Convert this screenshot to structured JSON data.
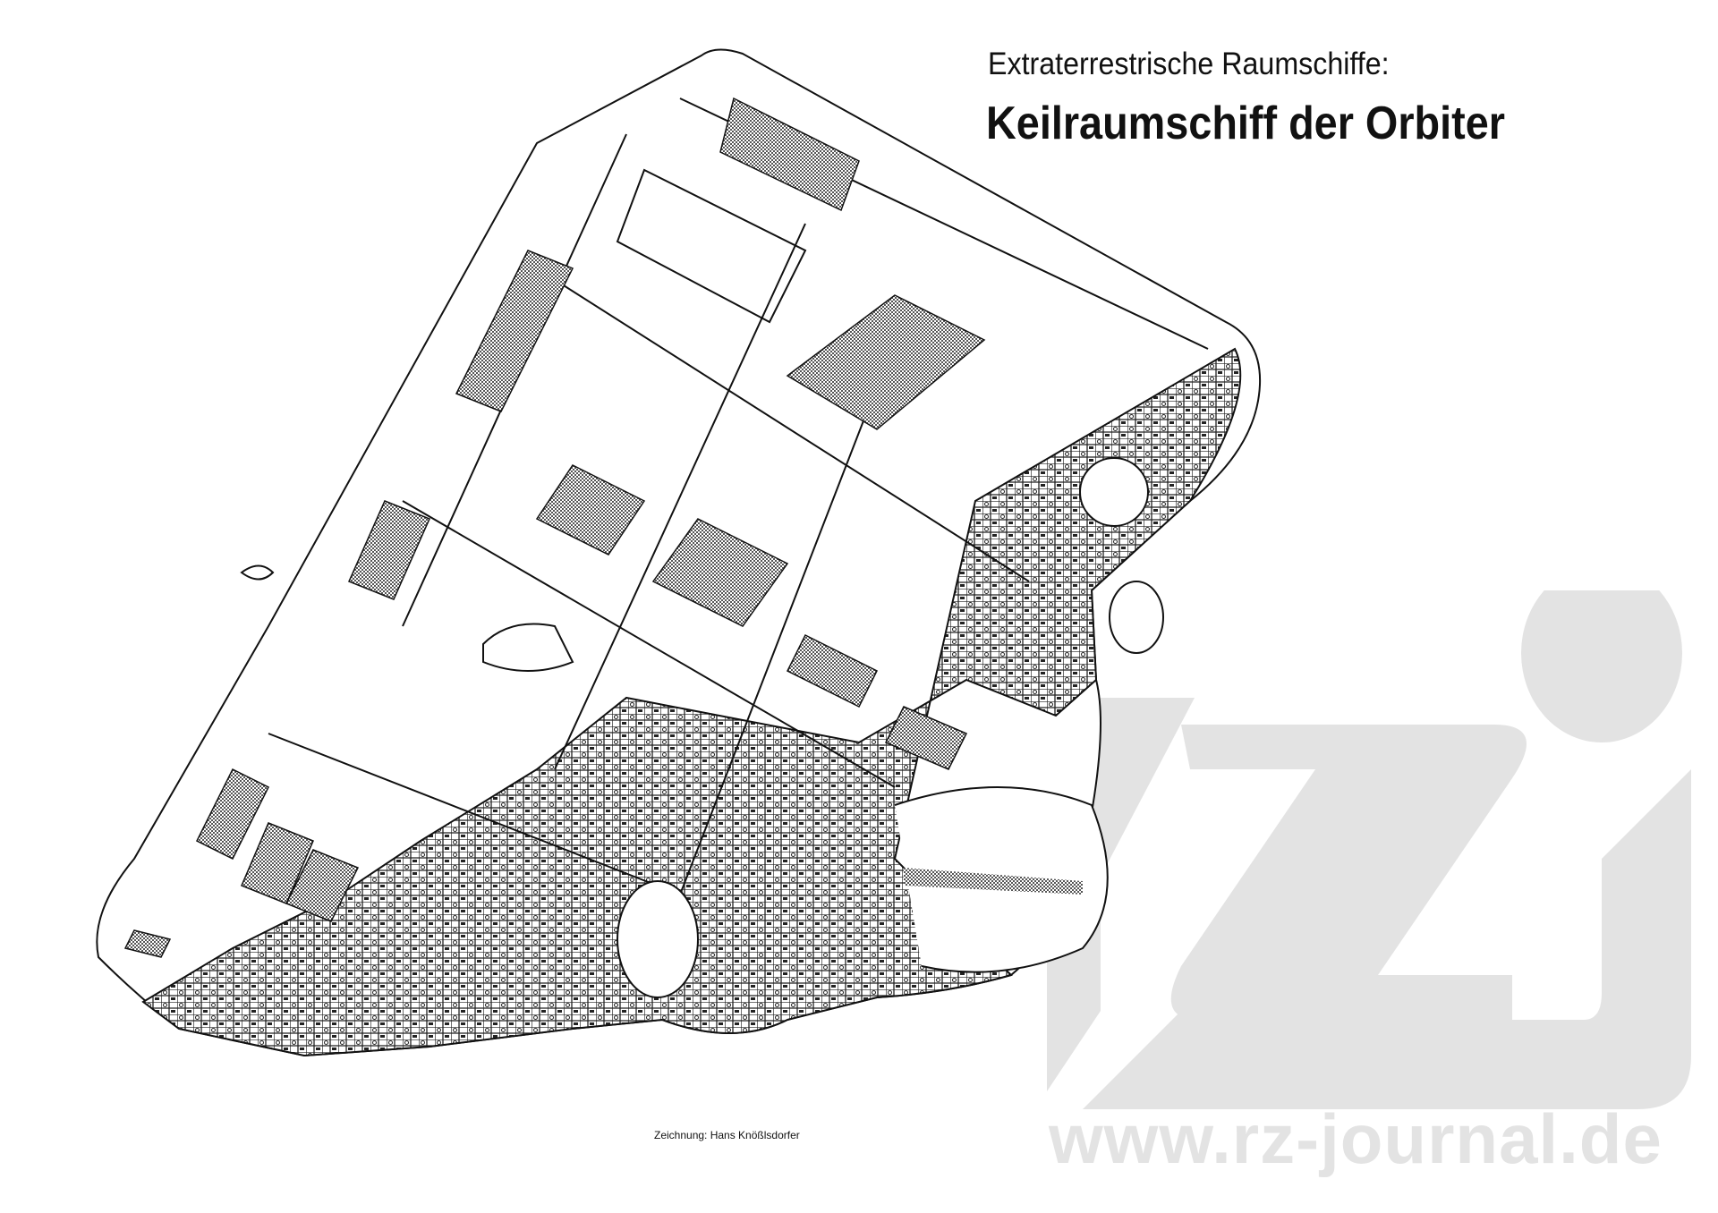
{
  "header": {
    "subtitle": "Extraterrestrische Raumschiffe:",
    "title": "Keilraumschiff der Orbiter"
  },
  "credit": "Zeichnung: Hans Knößlsdorfer",
  "watermark": {
    "logo_text": "rzj",
    "url": "www.rz-journal.de",
    "color": "#e3e3e3"
  }
}
